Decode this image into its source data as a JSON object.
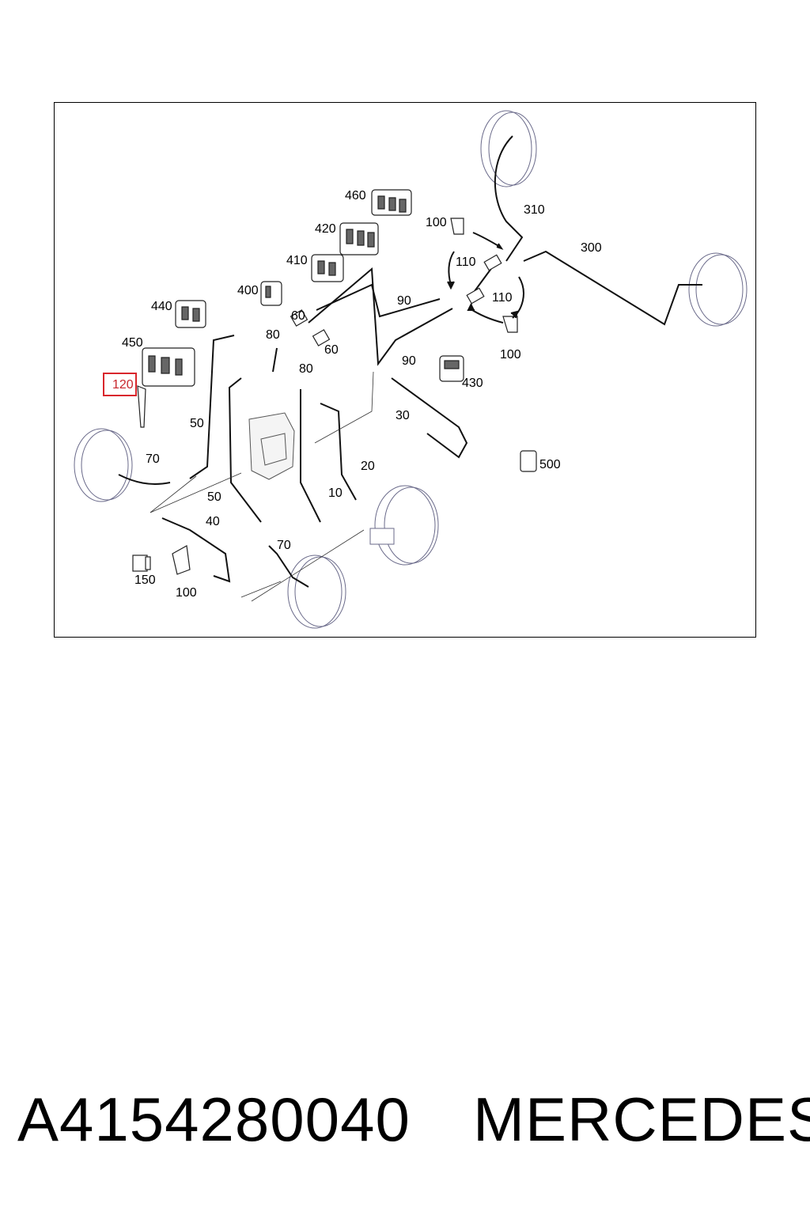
{
  "diagram": {
    "callouts": {
      "c460": "460",
      "c420": "420",
      "c410": "410",
      "c400": "400",
      "c440": "440",
      "c450": "450",
      "c120": "120",
      "c100a": "100",
      "c310": "310",
      "c300": "300",
      "c110a": "110",
      "c110b": "110",
      "c90a": "90",
      "c90b": "90",
      "c100b": "100",
      "c60a": "60",
      "c60b": "60",
      "c80a": "80",
      "c80b": "80",
      "c430": "430",
      "c50a": "50",
      "c50b": "50",
      "c30": "30",
      "c500": "500",
      "c70a": "70",
      "c70b": "70",
      "c20": "20",
      "c10": "10",
      "c40": "40",
      "c150": "150",
      "c100c": "100"
    },
    "highlight_color": "#d9262c"
  },
  "caption": {
    "part_number": "A4154280040",
    "brand": "MERCEDES"
  }
}
